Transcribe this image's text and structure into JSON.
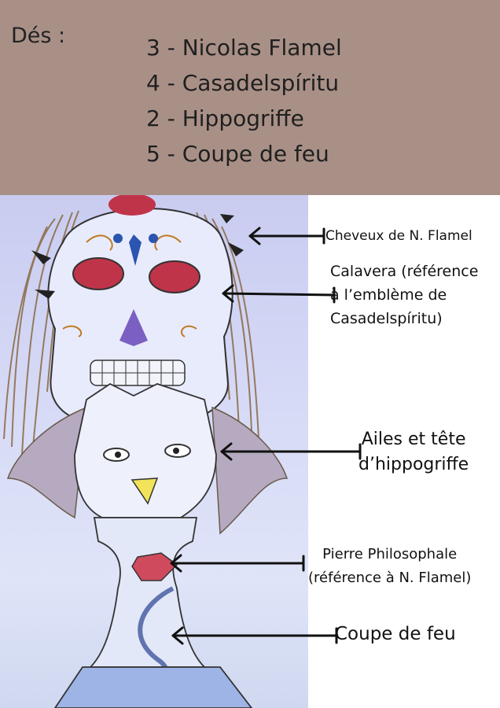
{
  "header": {
    "title": "Dés :",
    "items": [
      "3 - Nicolas Flamel",
      "4 - Casadelspíritu",
      "2 - Hippogriffe",
      "5 - Coupe de feu"
    ]
  },
  "annotations": {
    "cheveux": "Cheveux de N. Flamel",
    "calavera": [
      "Calavera (référence",
      "à l’emblème de",
      "Casadelspíritu)"
    ],
    "ailes": [
      "Ailes et tête",
      "d’hippogriffe"
    ],
    "pierre": [
      "Pierre Philosophale",
      "(référence à N. Flamel)"
    ],
    "coupe": "Coupe de feu"
  },
  "colors": {
    "header_bg": "#a99087",
    "arrow": "#111111",
    "eye_red": "#c0344a",
    "nose_purple": "#7b5fc2",
    "beak_yellow": "#f1e35a",
    "gem_red": "#d04a5e"
  }
}
